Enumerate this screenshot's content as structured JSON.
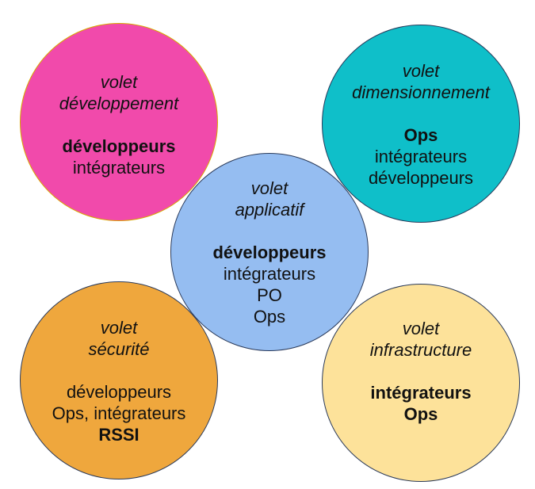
{
  "colors": {
    "developpement": "#f14aab",
    "dimensionnement": "#0fbfc9",
    "applicatif": "#95bdf1",
    "securite": "#efa73d",
    "infrastructure": "#fde29a"
  },
  "circles": {
    "developpement": {
      "title_line1": "volet",
      "title_line2": "développement",
      "roles": [
        {
          "text": "développeurs",
          "bold": true
        },
        {
          "text": "intégrateurs",
          "bold": false
        }
      ]
    },
    "dimensionnement": {
      "title_line1": "volet",
      "title_line2": "dimensionnement",
      "roles": [
        {
          "text": "Ops",
          "bold": true
        },
        {
          "text": "intégrateurs",
          "bold": false
        },
        {
          "text": "développeurs",
          "bold": false
        }
      ]
    },
    "applicatif": {
      "title_line1": "volet",
      "title_line2": "applicatif",
      "roles": [
        {
          "text": "développeurs",
          "bold": true
        },
        {
          "text": "intégrateurs",
          "bold": false
        },
        {
          "text": "PO",
          "bold": false
        },
        {
          "text": "Ops",
          "bold": false
        }
      ]
    },
    "securite": {
      "title_line1": "volet",
      "title_line2": "sécurité",
      "roles": [
        {
          "text": "développeurs",
          "bold": false
        },
        {
          "text": "Ops, intégrateurs",
          "bold": false
        },
        {
          "text": "RSSI",
          "bold": true
        }
      ]
    },
    "infrastructure": {
      "title_line1": "volet",
      "title_line2": "infrastructure",
      "roles": [
        {
          "text": "intégrateurs",
          "bold": true
        },
        {
          "text": "Ops",
          "bold": true
        }
      ]
    }
  }
}
